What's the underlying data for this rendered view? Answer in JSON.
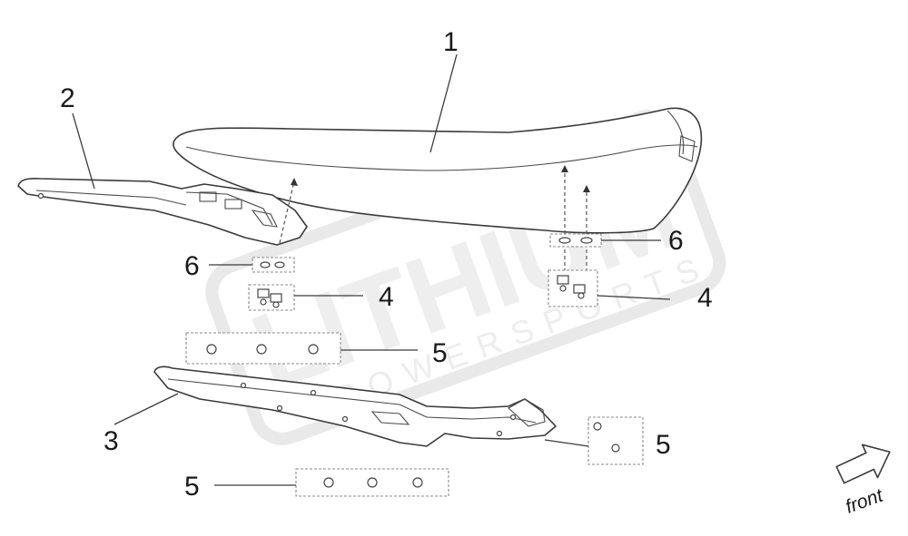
{
  "callouts": [
    {
      "id": "c1",
      "label": "1",
      "part": "seat"
    },
    {
      "id": "c2",
      "label": "2",
      "part": "rear-fender-bracket"
    },
    {
      "id": "c3",
      "label": "3",
      "part": "seat-base-rail"
    },
    {
      "id": "c4a",
      "label": "4",
      "part": "clip-nut-left"
    },
    {
      "id": "c4b",
      "label": "4",
      "part": "clip-nut-right"
    },
    {
      "id": "c5a",
      "label": "5",
      "part": "nut-plate-upper"
    },
    {
      "id": "c5b",
      "label": "5",
      "part": "nut-plate-right"
    },
    {
      "id": "c5c",
      "label": "5",
      "part": "nut-plate-lower"
    },
    {
      "id": "c6a",
      "label": "6",
      "part": "washer-left"
    },
    {
      "id": "c6b",
      "label": "6",
      "part": "washer-right"
    }
  ],
  "direction_indicator": {
    "label": "front",
    "icon": "arrow-right-icon"
  },
  "watermark": {
    "text": "LITHIUM",
    "subtext": "POWERSPORTS"
  },
  "colors": {
    "line": "#3a3a3a",
    "background": "#ffffff",
    "watermark": "#e9e9e9"
  }
}
